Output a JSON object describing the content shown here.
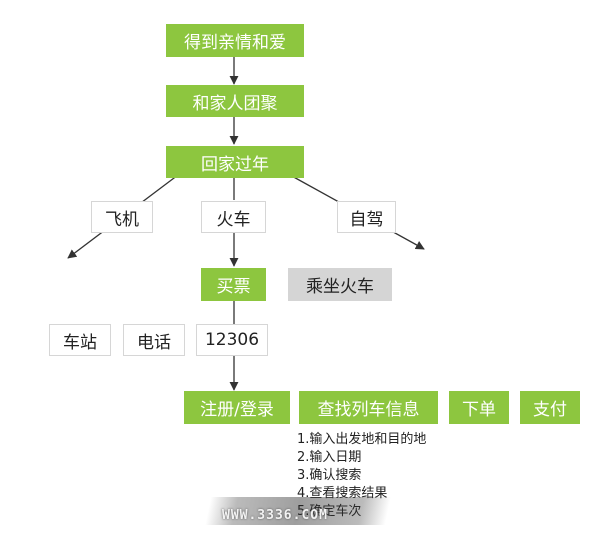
{
  "nodes": {
    "family_love": "得到亲情和爱",
    "family_reunion": "和家人团聚",
    "go_home": "回家过年",
    "plane": "飞机",
    "train": "火车",
    "self_drive": "自驾",
    "buy_ticket": "买票",
    "ride_train": "乘坐火车",
    "station": "车站",
    "phone": "电话",
    "site_12306": "12306",
    "register_login": "注册/登录",
    "search_train": "查找列车信息",
    "place_order": "下单",
    "pay": "支付"
  },
  "steps": [
    "1.输入出发地和目的地",
    "2.输入日期",
    "3.确认搜索",
    "4.查看搜索结果",
    "5.确定车次"
  ],
  "watermark": "WWW.3336.COM",
  "colors": {
    "green": "#8dc63f",
    "gray": "#d5d5d5",
    "border": "#d6d6d6",
    "arrow": "#333333"
  }
}
